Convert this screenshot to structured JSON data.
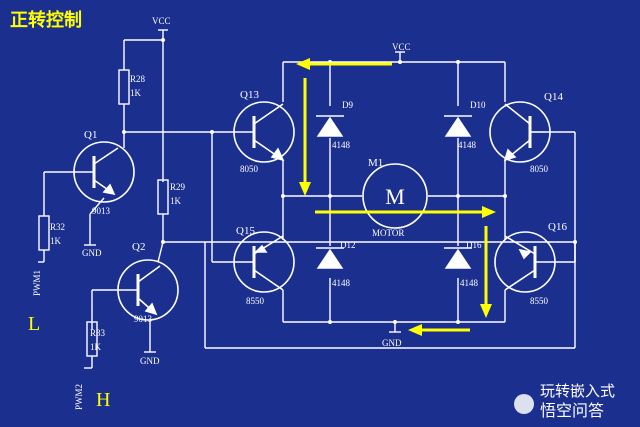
{
  "title": "正转控制",
  "supply_top": "VCC",
  "supply_bridge": "VCC",
  "ground_bridge": "GND",
  "gnd_q1": "GND",
  "gnd_q2": "GND",
  "q1": {
    "name": "Q1",
    "part": "9013"
  },
  "q2": {
    "name": "Q2",
    "part": "9013"
  },
  "q13": {
    "name": "Q13",
    "part": "8050"
  },
  "q14": {
    "name": "Q14",
    "part": "8050"
  },
  "q15": {
    "name": "Q15",
    "part": "8550"
  },
  "q16": {
    "name": "Q16",
    "part": "8550"
  },
  "r28": {
    "name": "R28",
    "value": "1K"
  },
  "r29": {
    "name": "R29",
    "value": "1K"
  },
  "r32": {
    "name": "R32",
    "value": "1K"
  },
  "r33": {
    "name": "R33",
    "value": "1K"
  },
  "d9": {
    "name": "D9",
    "part": "4148"
  },
  "d10": {
    "name": "D10",
    "part": "4148"
  },
  "d12": {
    "name": "D12",
    "part": "4148"
  },
  "d16": {
    "name": "D16",
    "part": "4148"
  },
  "motor": {
    "name": "M1",
    "symbol": "M",
    "label": "MOTOR"
  },
  "pwm1": "PWM1",
  "pwm2": "PWM2",
  "level_l": "L",
  "level_h": "H",
  "watermark": "玩转嵌入式",
  "brand": "悟空问答",
  "colors": {
    "background": "#1b2f8f",
    "wire": "#ffffff",
    "arrow": "#ffff00",
    "title": "#ffff00"
  }
}
